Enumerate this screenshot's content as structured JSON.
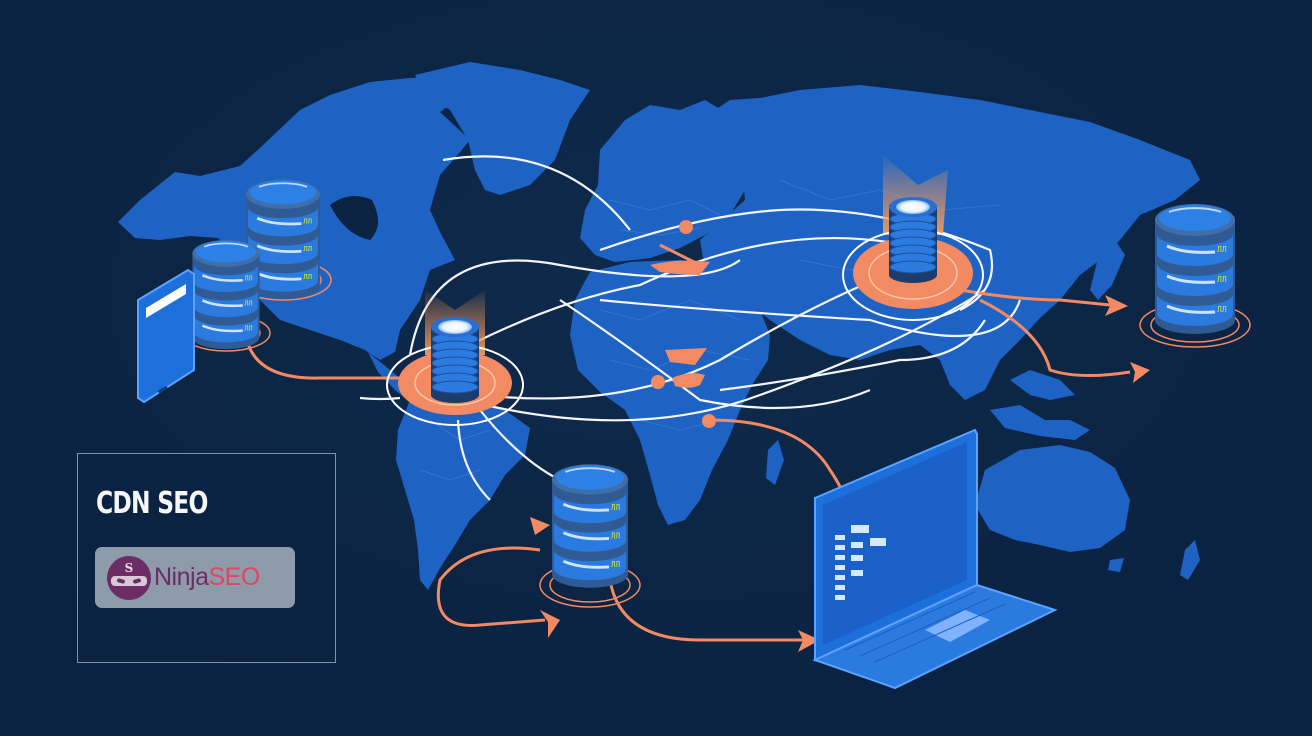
{
  "caption": {
    "title": "CDN SEO",
    "brand": {
      "logo_letter": "S",
      "name_part1": "Ninja",
      "name_part2": "SEO"
    }
  },
  "illustration": {
    "subject": "Global CDN network with server nodes over a world map",
    "nodes": [
      {
        "id": "edge-north-america-1",
        "type": "database-server"
      },
      {
        "id": "edge-north-america-2",
        "type": "database-server"
      },
      {
        "id": "hub-south-america",
        "type": "glowing-hub-server"
      },
      {
        "id": "hub-asia",
        "type": "glowing-hub-server"
      },
      {
        "id": "edge-pacific",
        "type": "database-server"
      },
      {
        "id": "edge-south-atlantic",
        "type": "database-server"
      }
    ],
    "devices": [
      {
        "id": "mobile-phone",
        "type": "smartphone"
      },
      {
        "id": "laptop",
        "type": "laptop"
      }
    ]
  },
  "colors": {
    "background": "#0b2340",
    "land": "#1e63c4",
    "accent_orange": "#f28a63",
    "connection_line": "#ffffff",
    "server_blue": "#2a7ae0",
    "caption_border": "#7f93ab",
    "brand_badge": "#8e9bab",
    "brand_purple": "#6b2d64",
    "brand_red": "#e0445e"
  }
}
